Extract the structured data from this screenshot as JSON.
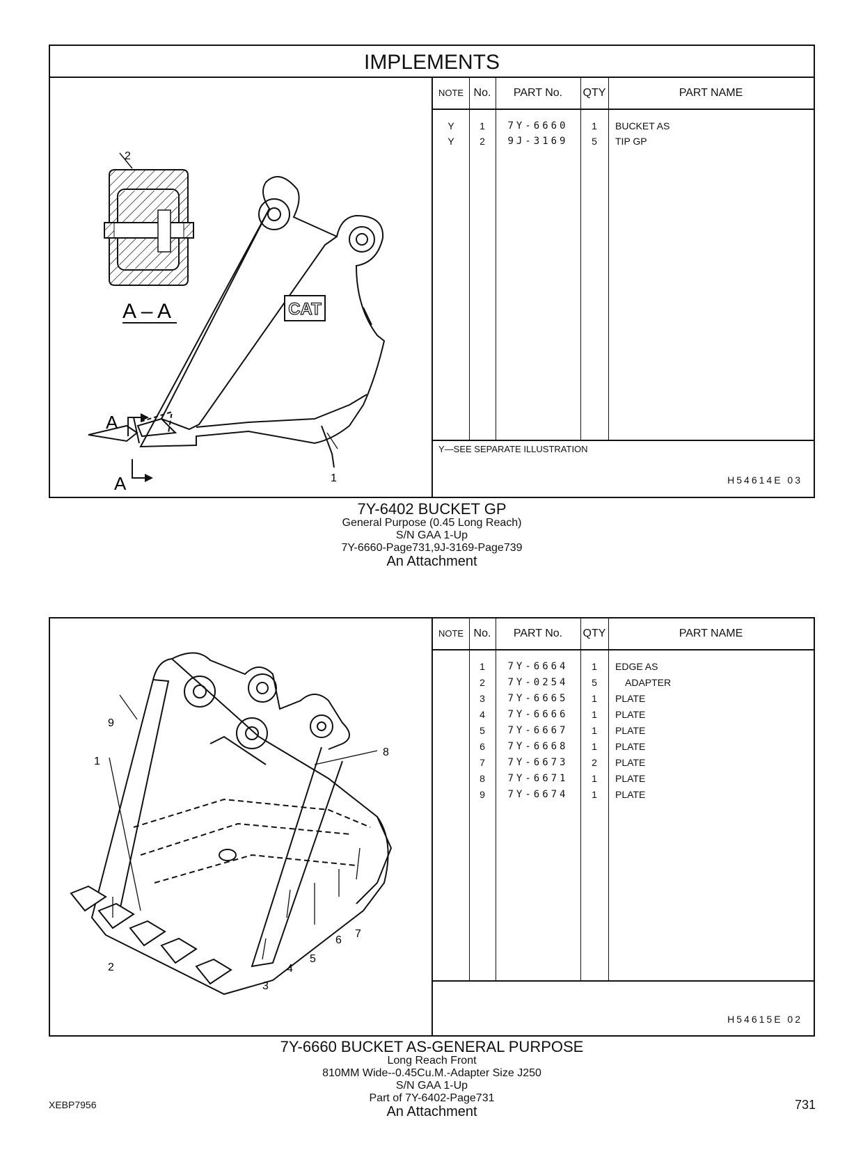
{
  "section_title": "IMPLEMENTS",
  "table_headers": {
    "note": "NOTE",
    "no": "No.",
    "part_no": "PART No.",
    "qty": "QTY",
    "part_name": "PART NAME"
  },
  "panel1": {
    "rows": [
      {
        "note": "Y",
        "no": "1",
        "part_no": "7Y-6660",
        "qty": "1",
        "name": "BUCKET AS"
      },
      {
        "note": "Y",
        "no": "2",
        "part_no": "9J-3169",
        "qty": "5",
        "name": "TIP GP"
      }
    ],
    "footnote": "Y—SEE SEPARATE ILLUSTRATION",
    "illustration_no": "H54614E 03",
    "callouts": {
      "section_label": "A – A",
      "arrow_a_top": "A",
      "arrow_a_bottom": "A",
      "n1": "1",
      "n2": "2"
    },
    "logo": "CAT",
    "caption": {
      "title": "7Y-6402   BUCKET  GP",
      "lines": [
        "General  Purpose (0.45  Long  Reach)",
        "S/N GAA 1-Up",
        "7Y-6660-Page731,9J-3169-Page739"
      ],
      "last": "An Attachment"
    }
  },
  "panel2": {
    "rows": [
      {
        "note": "",
        "no": "1",
        "part_no": "7Y-6664",
        "qty": "1",
        "name": "EDGE  AS"
      },
      {
        "note": "",
        "no": "2",
        "part_no": "7Y-0254",
        "qty": "5",
        "name": "ADAPTER",
        "indent": true
      },
      {
        "note": "",
        "no": "3",
        "part_no": "7Y-6665",
        "qty": "1",
        "name": "PLATE"
      },
      {
        "note": "",
        "no": "4",
        "part_no": "7Y-6666",
        "qty": "1",
        "name": "PLATE"
      },
      {
        "note": "",
        "no": "5",
        "part_no": "7Y-6667",
        "qty": "1",
        "name": "PLATE"
      },
      {
        "note": "",
        "no": "6",
        "part_no": "7Y-6668",
        "qty": "1",
        "name": "PLATE"
      },
      {
        "note": "",
        "no": "7",
        "part_no": "7Y-6673",
        "qty": "2",
        "name": "PLATE"
      },
      {
        "note": "",
        "no": "8",
        "part_no": "7Y-6671",
        "qty": "1",
        "name": "PLATE"
      },
      {
        "note": "",
        "no": "9",
        "part_no": "7Y-6674",
        "qty": "1",
        "name": "PLATE"
      }
    ],
    "illustration_no": "H54615E 02",
    "callouts": [
      "1",
      "2",
      "3",
      "4",
      "5",
      "6",
      "7",
      "8",
      "9"
    ],
    "caption": {
      "title": "7Y-6660   BUCKET  AS-GENERAL  PURPOSE",
      "lines": [
        "Long  Reach  Front",
        "810MM Wide--0.45Cu.M.-Adapter Size J250",
        "S/N GAA 1-Up",
        "Part of 7Y-6402-Page731"
      ],
      "last": "An Attachment"
    }
  },
  "footer": {
    "doc_id": "XEBP7956",
    "page_number": "731"
  }
}
